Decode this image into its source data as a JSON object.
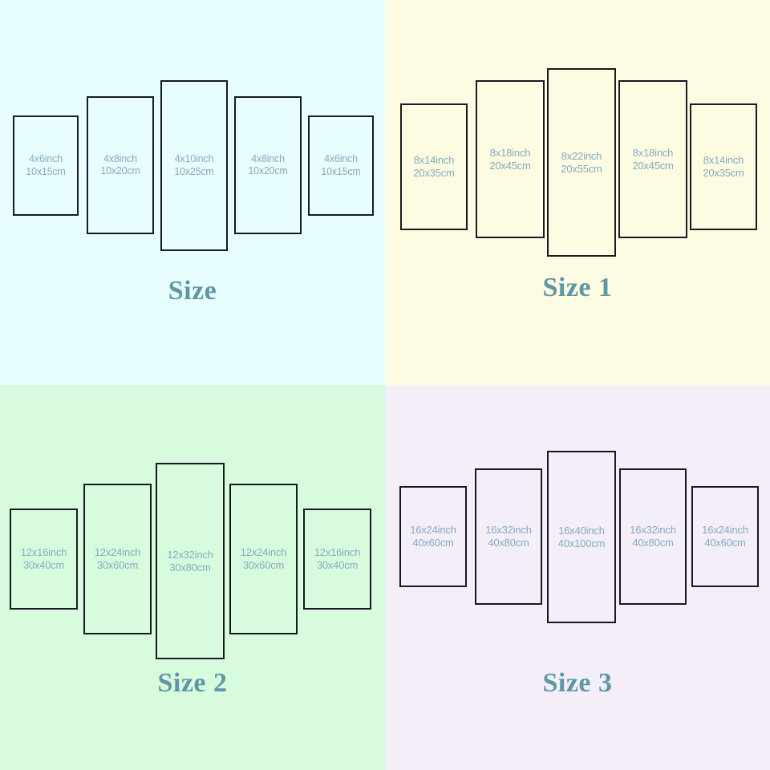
{
  "colors": {
    "panel_border": "#171a21",
    "panel_text": "#83acc0",
    "title_text": "#5e97a6",
    "bg_size": "#e8fdfd",
    "bg_size1": "#fdfbe2",
    "bg_size2": "#d9fbdd",
    "bg_size3": "#f3eef8"
  },
  "quadrants": [
    {
      "id": "size",
      "title": "Size",
      "background": "#e8fdfd",
      "panels": [
        {
          "inch": "4x6inch",
          "cm": "10x15cm"
        },
        {
          "inch": "4x8inch",
          "cm": "10x20cm"
        },
        {
          "inch": "4x10inch",
          "cm": "10x25cm"
        },
        {
          "inch": "4x8inch",
          "cm": "10x20cm"
        },
        {
          "inch": "4x6inch",
          "cm": "10x15cm"
        }
      ]
    },
    {
      "id": "size1",
      "title": "Size 1",
      "background": "#fdfbe2",
      "panels": [
        {
          "inch": "8x14inch",
          "cm": "20x35cm"
        },
        {
          "inch": "8x18inch",
          "cm": "20x45cm"
        },
        {
          "inch": "8x22inch",
          "cm": "20x55cm"
        },
        {
          "inch": "8x18inch",
          "cm": "20x45cm"
        },
        {
          "inch": "8x14inch",
          "cm": "20x35cm"
        }
      ]
    },
    {
      "id": "size2",
      "title": "Size 2",
      "background": "#d9fbdd",
      "panels": [
        {
          "inch": "12x16inch",
          "cm": "30x40cm"
        },
        {
          "inch": "12x24inch",
          "cm": "30x60cm"
        },
        {
          "inch": "12x32inch",
          "cm": "30x80cm"
        },
        {
          "inch": "12x24inch",
          "cm": "30x60cm"
        },
        {
          "inch": "12x16inch",
          "cm": "30x40cm"
        }
      ]
    },
    {
      "id": "size3",
      "title": "Size 3",
      "background": "#f3eef8",
      "panels": [
        {
          "inch": "16x24inch",
          "cm": "40x60cm"
        },
        {
          "inch": "16x32inch",
          "cm": "40x80cm"
        },
        {
          "inch": "16x40inch",
          "cm": "40x100cm"
        },
        {
          "inch": "16x32inch",
          "cm": "40x80cm"
        },
        {
          "inch": "16x24inch",
          "cm": "40x60cm"
        }
      ]
    }
  ]
}
